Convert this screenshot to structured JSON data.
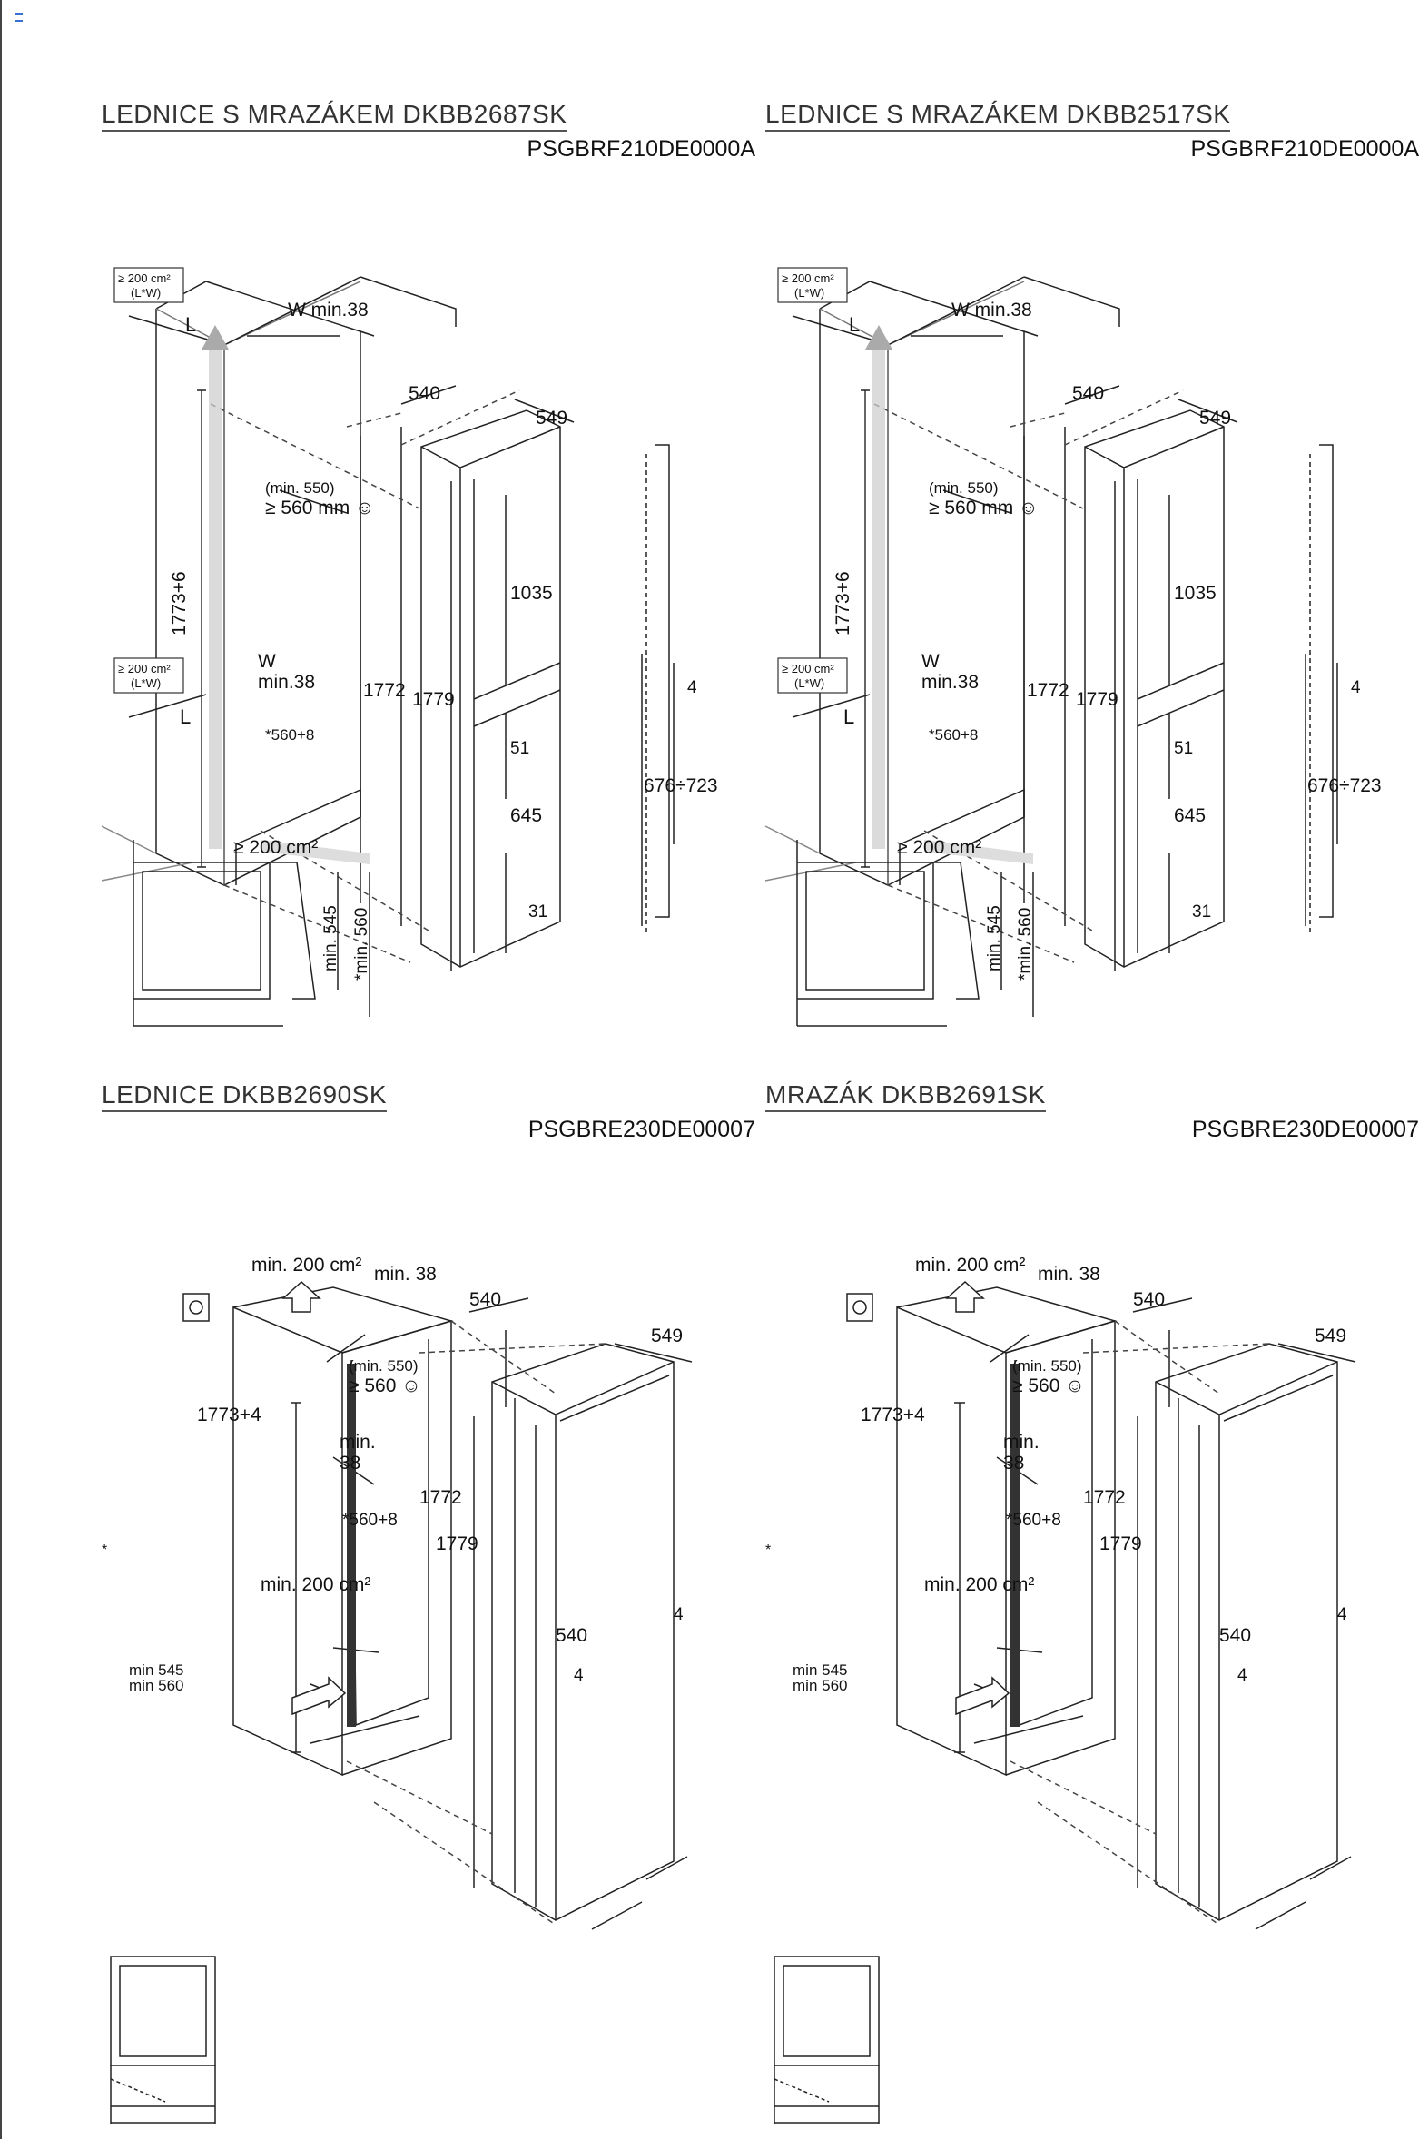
{
  "sections": [
    {
      "title": "LEDNICE S MRAZÁKEM DKBB2687SK",
      "code": "PSGBRF210DE0000A",
      "labels": {
        "vent_top": "≥ 200 cm²",
        "vent_top_sub": "(L*W)",
        "vent_mid": "≥ 200 cm²",
        "vent_mid_sub": "(L*W)",
        "l_top": "L",
        "l_bottom": "L",
        "w_top": "W min.38",
        "w_mid_1": "W",
        "w_mid_2": "min.38",
        "depth_1": "(min. 550)",
        "depth_2": "≥ 560 mm ☺",
        "niche_h": "1773+6",
        "niche_w": "*560+8",
        "vent_floor": "≥ 200 cm²",
        "d540": "540",
        "d549": "549",
        "h1772": "1772",
        "h1779": "1779",
        "h1035": "1035",
        "h51": "51",
        "h645": "645",
        "h31": "31",
        "h4": "4",
        "door_range": "676÷723",
        "min545": "min. 545",
        "min560": "*min. 560"
      }
    },
    {
      "title": "LEDNICE S MRAZÁKEM DKBB2517SK",
      "code": "PSGBRF210DE0000A",
      "labels": {
        "vent_top": "≥ 200 cm²",
        "vent_top_sub": "(L*W)",
        "vent_mid": "≥ 200 cm²",
        "vent_mid_sub": "(L*W)",
        "l_top": "L",
        "l_bottom": "L",
        "w_top": "W min.38",
        "w_mid_1": "W",
        "w_mid_2": "min.38",
        "depth_1": "(min. 550)",
        "depth_2": "≥ 560 mm ☺",
        "niche_h": "1773+6",
        "niche_w": "*560+8",
        "vent_floor": "≥ 200 cm²",
        "d540": "540",
        "d549": "549",
        "h1772": "1772",
        "h1779": "1779",
        "h1035": "1035",
        "h51": "51",
        "h645": "645",
        "h31": "31",
        "h4": "4",
        "door_range": "676÷723",
        "min545": "min. 545",
        "min560": "*min. 560"
      }
    },
    {
      "title": "LEDNICE DKBB2690SK",
      "code": "PSGBRE230DE00007",
      "labels": {
        "vent_top": "min. 200 cm²",
        "min38_top": "min. 38",
        "d540": "540",
        "d549": "549",
        "depth_1": "(min. 550)",
        "depth_2": "≥ 560 ☺",
        "niche_h": "1773+4",
        "min38_mid_1": "min.",
        "min38_mid_2": "38",
        "niche_w": "*560+8",
        "h1772": "1772",
        "h1779": "1779",
        "vent_floor": "min. 200 cm²",
        "d4_a": "4",
        "d540_b": "540",
        "d4_b": "4",
        "star": "*",
        "min545": "min 545",
        "min560": "min 560"
      }
    },
    {
      "title": "MRAZÁK DKBB2691SK",
      "code": "PSGBRE230DE00007",
      "labels": {
        "vent_top": "min. 200 cm²",
        "min38_top": "min. 38",
        "d540": "540",
        "d549": "549",
        "depth_1": "(min. 550)",
        "depth_2": "≥ 560 ☺",
        "niche_h": "1773+4",
        "min38_mid_1": "min.",
        "min38_mid_2": "38",
        "niche_w": "*560+8",
        "h1772": "1772",
        "h1779": "1779",
        "vent_floor": "min. 200 cm²",
        "d4_a": "4",
        "d540_b": "540",
        "d4_b": "4",
        "star": "*",
        "min545": "min 545",
        "min560": "min 560"
      }
    }
  ]
}
